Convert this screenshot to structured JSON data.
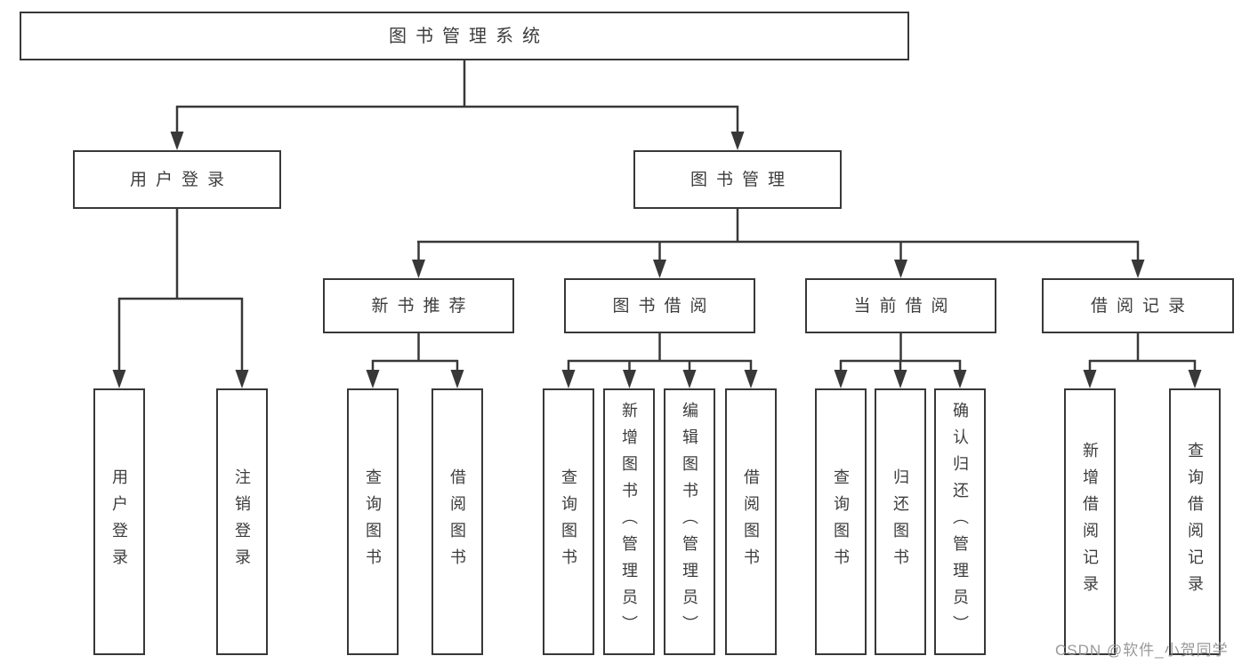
{
  "tree": {
    "root": "图书管理系统",
    "branches": [
      {
        "label": "用户登录",
        "children": [
          "用户登录",
          "注销登录"
        ]
      },
      {
        "label": "图书管理",
        "groups": [
          {
            "label": "新书推荐",
            "children": [
              "查询图书",
              "借阅图书"
            ]
          },
          {
            "label": "图书借阅",
            "children": [
              "查询图书",
              "新增图书（管理员）",
              "编辑图书（管理员）",
              "借阅图书"
            ]
          },
          {
            "label": "当前借阅",
            "children": [
              "查询图书",
              "归还图书",
              "确认归还（管理员）"
            ]
          },
          {
            "label": "借阅记录",
            "children": [
              "新增借阅记录",
              "查询借阅记录"
            ]
          }
        ]
      }
    ]
  },
  "colors": {
    "line": "#383838",
    "text": "#3d3d3d",
    "watermark": "#949494"
  },
  "watermark": "CSDN @软件_小贺同学"
}
